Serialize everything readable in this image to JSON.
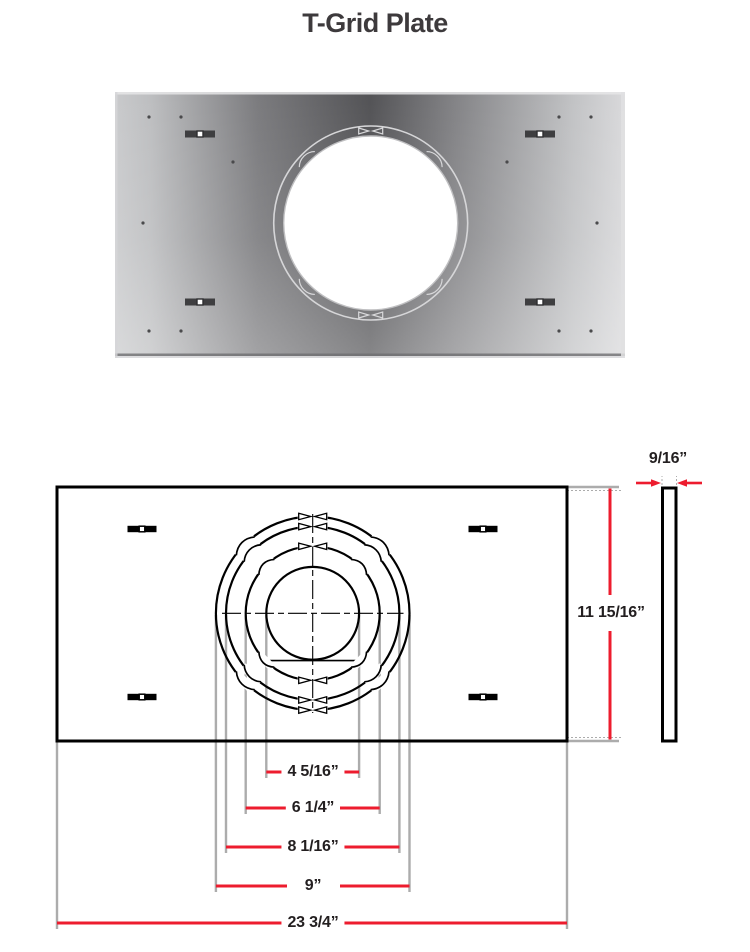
{
  "title": "T-Grid Plate",
  "colors": {
    "dimension_red": "#ED1C2E",
    "extension_gray": "#ACACAC",
    "drawing_black": "#000000",
    "label_text": "#231F20",
    "title_text": "#3D3A3C",
    "page_background": "#FFFFFF"
  },
  "dimensions": {
    "thickness": "9/16”",
    "height": "11 15/16”",
    "inner_hole_diameter": "4 5/16”",
    "ring_diameter_small": "6 1/4”",
    "ring_diameter_mid": "8 1/16”",
    "knockout_diameter": "9”",
    "width": "23 3/4”"
  }
}
